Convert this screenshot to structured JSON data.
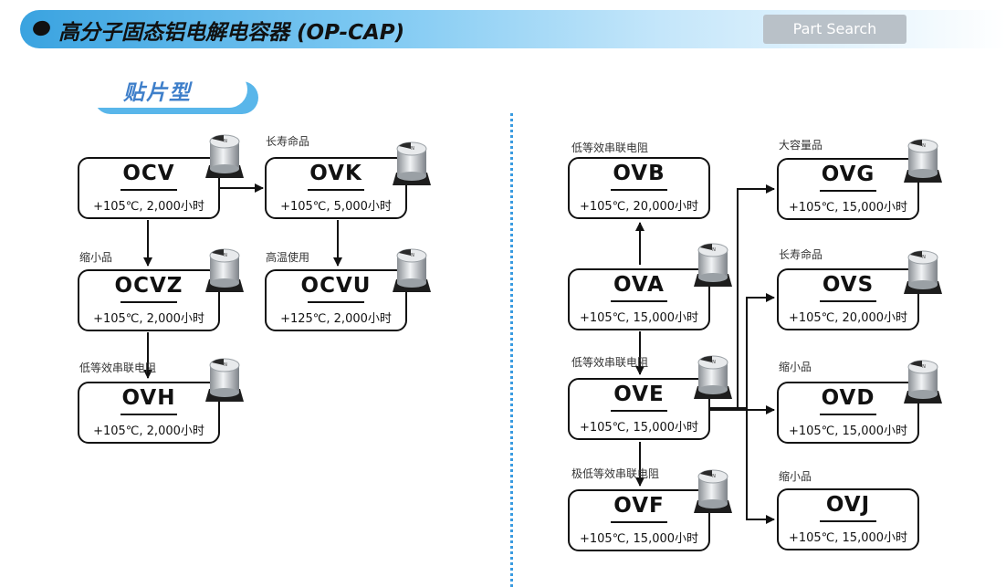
{
  "header": {
    "title": "高分子固态铝电解电容器 (OP-CAP)",
    "search_label": "Part Search"
  },
  "section": {
    "title": "贴片型"
  },
  "products": {
    "ocv": {
      "name": "OCV",
      "spec": "+105℃, 2,000小时"
    },
    "ovk": {
      "name": "OVK",
      "spec": "+105℃, 5,000小时",
      "label": "长寿命品"
    },
    "ocvz": {
      "name": "OCVZ",
      "spec": "+105℃, 2,000小时",
      "label": "缩小品"
    },
    "ocvu": {
      "name": "OCVU",
      "spec": "+125℃, 2,000小时",
      "label": "高温使用"
    },
    "ovh": {
      "name": "OVH",
      "spec": "+105℃, 2,000小时",
      "label": "低等效串联电阻"
    },
    "ovb": {
      "name": "OVB",
      "spec": "+105℃, 20,000小时",
      "label": "低等效串联电阻"
    },
    "ova": {
      "name": "OVA",
      "spec": "+105℃, 15,000小时"
    },
    "ove": {
      "name": "OVE",
      "spec": "+105℃, 15,000小时",
      "label": "低等效串联电阻"
    },
    "ovf": {
      "name": "OVF",
      "spec": "+105℃, 15,000小时",
      "label": "极低等效串联电阻"
    },
    "ovg": {
      "name": "OVG",
      "spec": "+105℃, 15,000小时",
      "label": "大容量品"
    },
    "ovs": {
      "name": "OVS",
      "spec": "+105℃, 20,000小时",
      "label": "长寿命品"
    },
    "ovd": {
      "name": "OVD",
      "spec": "+105℃, 15,000小时",
      "label": "缩小品"
    },
    "ovj": {
      "name": "OVJ",
      "spec": "+105℃, 15,000小时",
      "label": "缩小品"
    }
  },
  "colors": {
    "accent": "#3aa3e0",
    "tag_text": "#3f7fca",
    "button": "#b9c1c8"
  }
}
